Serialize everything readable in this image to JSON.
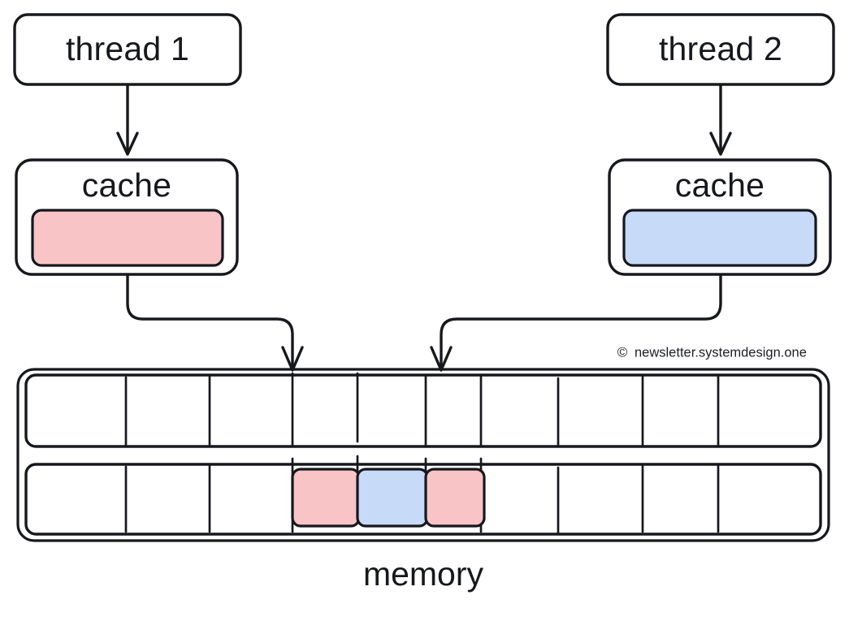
{
  "diagram": {
    "title": "false-sharing-cache-memory-diagram",
    "watermark": {
      "symbol": "©",
      "text": "newsletter.systemdesign.one"
    },
    "colors": {
      "pink": "#f8c4c6",
      "blue": "#c7daf8",
      "stroke": "#16181d",
      "background": "#ffffff"
    },
    "threads": [
      {
        "id": "thread-1",
        "label": "thread 1",
        "cache_label": "cache",
        "cache_line_color": "#f8c4c6",
        "side": "left"
      },
      {
        "id": "thread-2",
        "label": "thread 2",
        "cache_label": "cache",
        "cache_line_color": "#c7daf8",
        "side": "right"
      }
    ],
    "memory": {
      "label": "memory",
      "rows": [
        {
          "id": "memory-row-1",
          "cell_count": 11,
          "cells": [
            {
              "index": 0,
              "fill": "none"
            },
            {
              "index": 1,
              "fill": "none"
            },
            {
              "index": 2,
              "fill": "none"
            },
            {
              "index": 3,
              "fill": "none"
            },
            {
              "index": 4,
              "fill": "none"
            },
            {
              "index": 5,
              "fill": "none"
            },
            {
              "index": 6,
              "fill": "none"
            },
            {
              "index": 7,
              "fill": "none"
            },
            {
              "index": 8,
              "fill": "none"
            },
            {
              "index": 9,
              "fill": "none"
            },
            {
              "index": 10,
              "fill": "none"
            }
          ]
        },
        {
          "id": "memory-row-2",
          "cell_count": 11,
          "cells": [
            {
              "index": 0,
              "fill": "none"
            },
            {
              "index": 1,
              "fill": "none"
            },
            {
              "index": 2,
              "fill": "none"
            },
            {
              "index": 3,
              "fill": "none"
            },
            {
              "index": 4,
              "fill": "#f8c4c6"
            },
            {
              "index": 5,
              "fill": "#c7daf8"
            },
            {
              "index": 6,
              "fill": "#f8c4c6"
            },
            {
              "index": 7,
              "fill": "none"
            },
            {
              "index": 8,
              "fill": "none"
            },
            {
              "index": 9,
              "fill": "none"
            },
            {
              "index": 10,
              "fill": "none"
            }
          ]
        }
      ]
    },
    "connections": [
      {
        "id": "thread1-to-cache1",
        "from": "thread 1",
        "to": "cache",
        "style": "straight-down-arrow"
      },
      {
        "id": "thread2-to-cache2",
        "from": "thread 2",
        "to": "cache",
        "style": "straight-down-arrow"
      },
      {
        "id": "cache1-to-memory",
        "from": "cache",
        "to": "memory",
        "style": "elbow-down-right-down-arrow"
      },
      {
        "id": "cache2-to-memory",
        "from": "cache",
        "to": "memory",
        "style": "elbow-down-left-down-arrow"
      }
    ]
  }
}
